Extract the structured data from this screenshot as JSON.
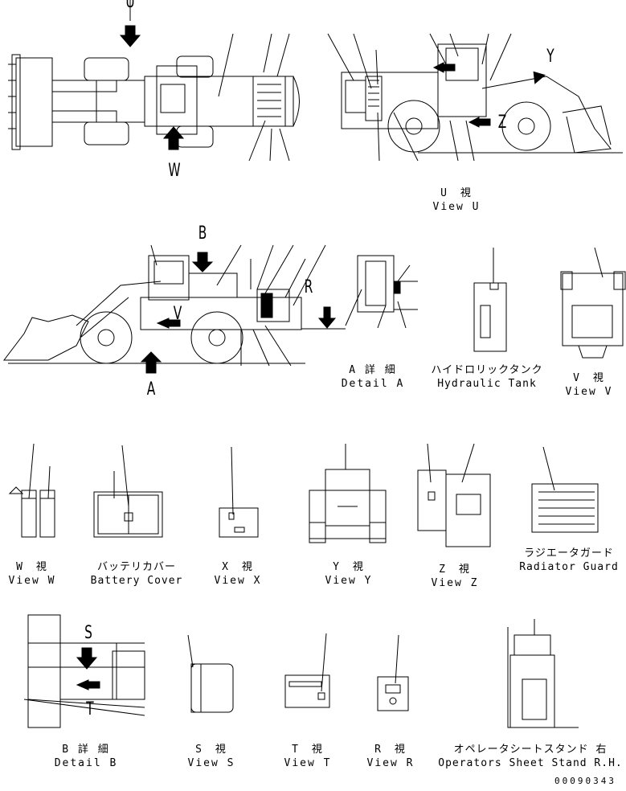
{
  "views": {
    "view_u": {
      "jp": "U　視",
      "en": "View U"
    },
    "detail_a": {
      "jp": "A 詳 細",
      "en": "Detail A"
    },
    "hydraulic_tank": {
      "jp": "ハイドロリックタンク",
      "en": "Hydraulic Tank"
    },
    "view_v": {
      "jp": "V　視",
      "en": "View V"
    },
    "view_w": {
      "jp": "W　視",
      "en": "View W"
    },
    "battery_cover": {
      "jp": "バッテリカバー",
      "en": "Battery Cover"
    },
    "view_x": {
      "jp": "X　視",
      "en": "View X"
    },
    "view_y": {
      "jp": "Y　視",
      "en": "View Y"
    },
    "view_z": {
      "jp": "Z　視",
      "en": "View Z"
    },
    "radiator_guard": {
      "jp": "ラジエータガード",
      "en": "Radiator Guard"
    },
    "detail_b": {
      "jp": "B 詳 細",
      "en": "Detail B"
    },
    "view_s": {
      "jp": "S　視",
      "en": "View S"
    },
    "view_t": {
      "jp": "T　視",
      "en": "View T"
    },
    "view_r": {
      "jp": "R　視",
      "en": "View R"
    },
    "operator_seat_stand": {
      "jp": "オペレータシートスタンド 右",
      "en": "Operators Sheet Stand R.H."
    }
  },
  "view_letters": {
    "u": "U",
    "w": "W",
    "y": "Y",
    "z": "Z",
    "b": "B",
    "r": "R",
    "a": "A",
    "v": "V",
    "s": "S",
    "t": "T"
  },
  "drawing_code": "00090343"
}
